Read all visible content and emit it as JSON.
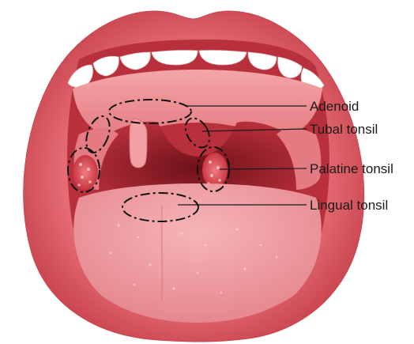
{
  "diagram": {
    "labels": {
      "adenoid": "Adenoid",
      "tubal_tonsil": "Tubal tonsil",
      "palatine_tonsil": "Palatine tonsil",
      "lingual_tonsil": "Lingual tonsil"
    }
  },
  "colors": {
    "lips": "#e46a73",
    "lips_dark": "#c9454f",
    "inner_mouth": "#b8303b",
    "throat": "#8f1f28",
    "palate": "#ee8f93",
    "tongue": "#ee9aa0",
    "teeth": "#ffffff",
    "tonsil": "#d6404a",
    "outline": "#111111"
  }
}
